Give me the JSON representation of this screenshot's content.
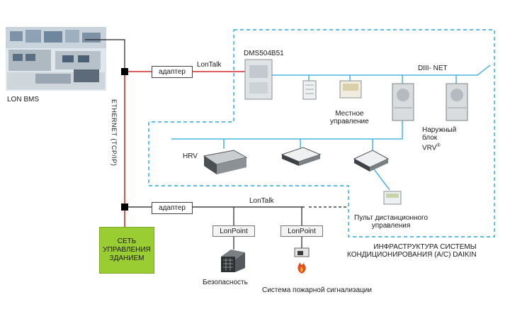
{
  "labels": {
    "lon_bms": "LON BMS",
    "ethernet": "ETHERNET (TCP/IP)",
    "adapter_top": "адаптер",
    "adapter_bottom": "адаптер",
    "lontalk_top": "LonTalk",
    "lontalk_bottom": "LonTalk",
    "dms": "DMS504B51",
    "diii_net": "DIII- NET",
    "local_control_1": "Местное",
    "local_control_2": "управление",
    "outdoor_1": "Наружный",
    "outdoor_2": "блок",
    "outdoor_3": "VRV",
    "outdoor_reg": "®",
    "hrv": "HRV",
    "remote_1": "Пульт дистанционного",
    "remote_2": "управления",
    "infra_1": "ИНФРАСТРУКТУРА СИСТЕМЫ",
    "infra_2": "КОНДИЦИОНИРОВАНИЯ (A/C) DAIKIN",
    "lonpoint_1": "LonPoint",
    "lonpoint_2": "LonPoint",
    "building_1": "СЕТЬ",
    "building_2": "УПРАВЛЕНИЯ",
    "building_3": "ЗДАНИЕМ",
    "security": "Безопасность",
    "fire": "Система пожарной сигнализации"
  },
  "colors": {
    "ethernet_line": "#d42a2a",
    "daikin_line": "#2aa9df",
    "building_box": "#9acd32",
    "junction": "#000000"
  }
}
